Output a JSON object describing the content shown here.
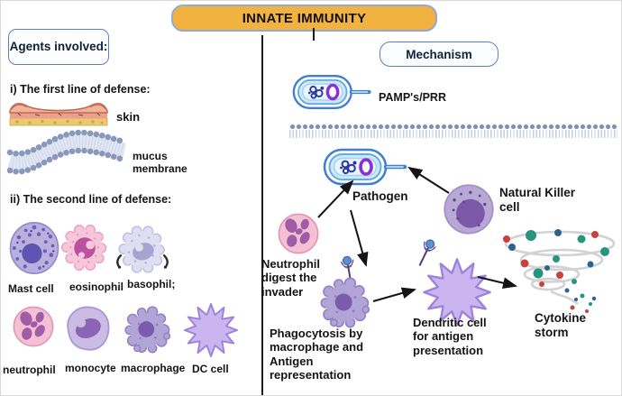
{
  "title": "INNATE IMMUNITY",
  "left": {
    "heading": "Agents involved:",
    "first_line_heading": "i) The first line of defense:",
    "skin_label": "skin",
    "mucus_label": "mucus\nmembrane",
    "second_line_heading": "ii) The second line of defense:",
    "row1_labels": [
      "Mast cell",
      "eosinophil",
      "basophil;"
    ],
    "row2_labels": [
      "neutrophil",
      "monocyte",
      "macrophage",
      "DC cell"
    ]
  },
  "right": {
    "heading": "Mechanism",
    "pamp_label": "PAMP's/PRR",
    "pathogen_label": "Pathogen",
    "nk_label": "Natural Killer\ncell",
    "neutrophil_label": "Neutrophil\ndigest the\ninvader",
    "phagocytosis_label": "Phagocytosis by\nmacrophage and\nAntigen\nrepresentation",
    "dendritic_label": "Dendritic cell\nfor antigen\npresentation",
    "cytokine_label": "Cytokine\nstorm"
  },
  "colors": {
    "title_bg": "#f2b240",
    "box_border": "#5c7fbe",
    "membrane_dot": "#8090b4",
    "bacterium_outline": "#3e7fd0",
    "plasmid_ring": "#8b2fd6",
    "cytokine_teal": "#27957e",
    "cytokine_blue": "#2c6491",
    "cytokine_red": "#c84040"
  }
}
